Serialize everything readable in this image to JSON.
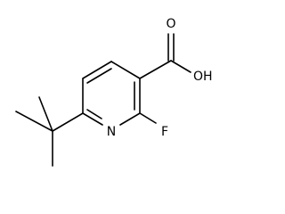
{
  "molecule": {
    "atoms": {
      "carboxyl_oxygen": "O",
      "hydroxyl": "OH",
      "ring_nitrogen": "N",
      "fluorine": "F"
    }
  }
}
